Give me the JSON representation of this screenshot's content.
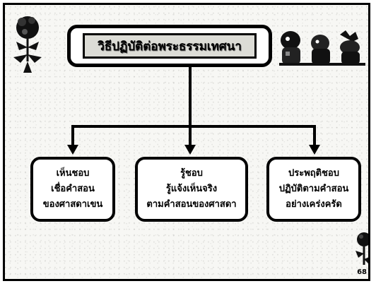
{
  "title": "วิธีปฏิบัติต่อพระธรรมเทศนา",
  "boxes": [
    {
      "lines": [
        "เห็นชอบ",
        "เชื่อคำสอน",
        "ของศาสดาเขน"
      ]
    },
    {
      "lines": [
        "รู้ชอบ",
        "รู้แจ้งเห็นจริง",
        "ตามคำสอนของศาสดา"
      ]
    },
    {
      "lines": [
        "ประพฤติชอบ",
        "ปฏิบัติตามคำสอน",
        "อย่างเคร่งครัด"
      ]
    }
  ],
  "page_number": "68",
  "icons": {
    "top_left": "flower-pot-icon",
    "top_right": "cartoon-characters-icon",
    "bottom_right": "flower-decoration-icon"
  },
  "colors": {
    "line": "#000000",
    "background": "#f7f7f4",
    "title_fill": "#dcdcd6"
  }
}
